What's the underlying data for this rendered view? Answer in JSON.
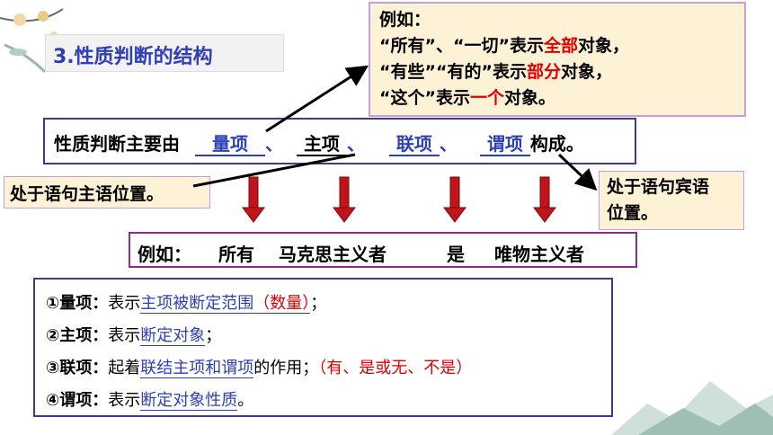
{
  "title": "3.性质判断的结构",
  "example_note": {
    "heading": "例如：",
    "line1_a": "“所有”、“一切”表示",
    "line1_red": "全部",
    "line1_b": "对象，",
    "line2_a": "“有些”“有的”表示",
    "line2_red": "部分",
    "line2_b": "对象，",
    "line3_a": "“这个”表示",
    "line3_red": "一个",
    "line3_b": "对象。"
  },
  "structure": {
    "prefix": "性质判断主要由",
    "quantifier": "量项",
    "subject": "主项",
    "copula": "联项",
    "predicate": "谓项",
    "separator": "、",
    "suffix": "构成。"
  },
  "subject_note": "处于语句主语位置。",
  "object_note": {
    "line1": "处于语句宾语",
    "line2": "位置。"
  },
  "example_sentence": {
    "label": "例如：",
    "quantifier": "所有",
    "subject": "马克思主义者",
    "copula": "是",
    "predicate": "唯物主义者"
  },
  "definitions": [
    {
      "term": "①量项：",
      "pre": "表示",
      "underlined": "主项被断定范围",
      "red": "（数量）",
      "post": "；"
    },
    {
      "term": "②主项：",
      "pre": "表示",
      "underlined": "断定对象",
      "red": "",
      "post": "；"
    },
    {
      "term": "③联项：",
      "pre": "起着",
      "underlined": "联结主项和谓项",
      "red": "（有、是或无、不是）",
      "post": "的作用；"
    },
    {
      "term": "④谓项：",
      "pre": "表示",
      "underlined": "断定对象性质",
      "red": "",
      "post": "。"
    }
  ],
  "colors": {
    "accent_blue": "#2f3fb6",
    "emphasis_red": "#e00000",
    "note_bg": "#fdf2d6",
    "arrow_red": "#c0141b"
  }
}
